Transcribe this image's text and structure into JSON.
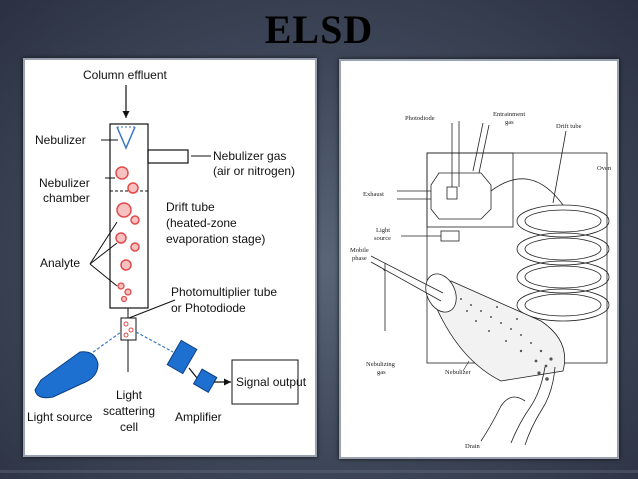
{
  "slide": {
    "title": "ELSD"
  },
  "left_diagram": {
    "labels": {
      "column_effluent": "Column effluent",
      "nebulizer": "Nebulizer",
      "nebulizer_gas": "Nebulizer gas",
      "nebulizer_gas_sub": "(air or nitrogen)",
      "nebulizer_chamber_1": "Nebulizer",
      "nebulizer_chamber_2": "chamber",
      "drift_tube_1": "Drift tube",
      "drift_tube_2": "(heated-zone",
      "drift_tube_3": "evaporation stage)",
      "analyte": "Analyte",
      "pmt_1": "Photomultiplier tube",
      "pmt_2": "or Photodiode",
      "light_source": "Light source",
      "scattering_1": "Light",
      "scattering_2": "scattering",
      "scattering_3": "cell",
      "amplifier": "Amplifier",
      "signal_output": "Signal output"
    },
    "colors": {
      "blue": "#1d6fd0",
      "droplet": "#e24b4b",
      "accent_line": "#3a77c8"
    }
  },
  "right_diagram": {
    "labels": {
      "photodiode": "Photodiode",
      "entrainment_1": "Entrainment",
      "entrainment_2": "gas",
      "drift_tube": "Drift tube",
      "oven": "Oven",
      "exhaust": "Exhaust",
      "light_source_1": "Light",
      "light_source_2": "source",
      "mobile_phase_1": "Mobile",
      "mobile_phase_2": "phase",
      "nebulizing_1": "Nebulizing",
      "nebulizing_2": "gas",
      "nebulizer": "Nebulizer",
      "drain": "Drain"
    }
  }
}
